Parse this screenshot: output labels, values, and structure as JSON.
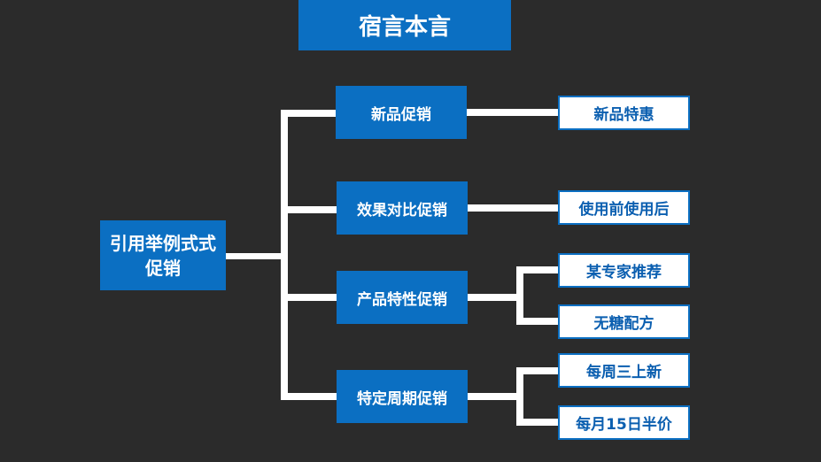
{
  "title": "宿言本言",
  "root": "引用举例式式促销",
  "branches": [
    {
      "label": "新品促销",
      "leaves": [
        "新品特惠"
      ]
    },
    {
      "label": "效果对比促销",
      "leaves": [
        "使用前使用后"
      ]
    },
    {
      "label": "产品特性促销",
      "leaves": [
        "某专家推荐",
        "无糖配方"
      ]
    },
    {
      "label": "特定周期促销",
      "leaves": [
        "每周三上新",
        "每月15日半价"
      ]
    }
  ],
  "colors": {
    "background": "#2b2b2b",
    "box_blue": "#0b6fc2",
    "connector": "#ffffff"
  }
}
